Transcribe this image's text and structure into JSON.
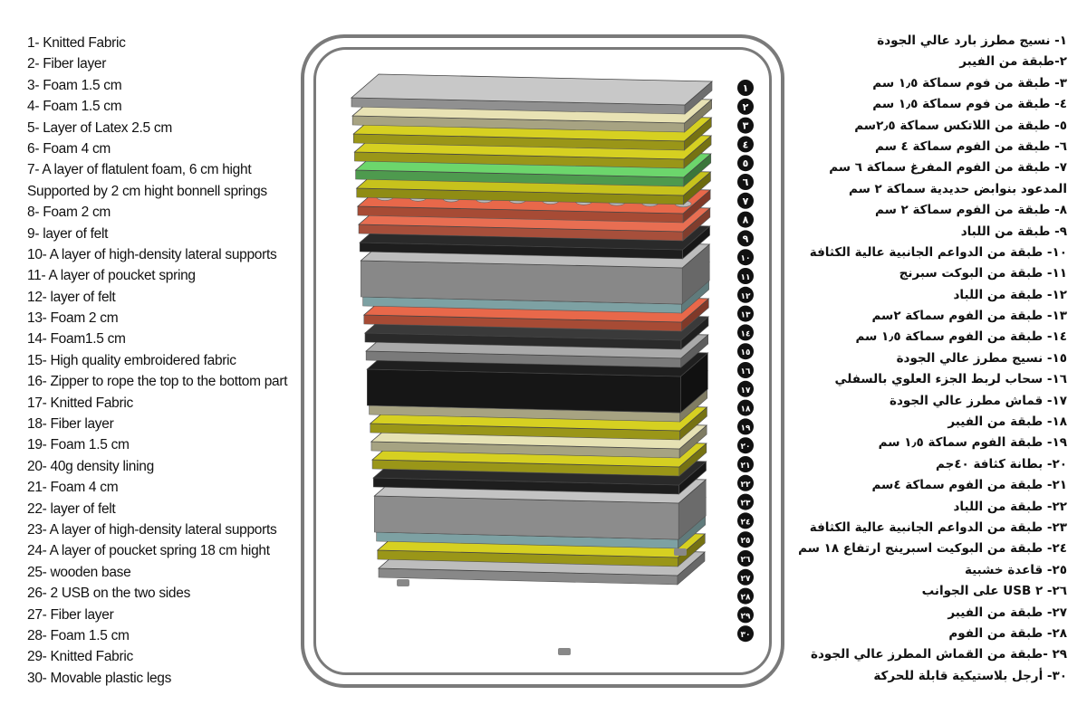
{
  "layers_en": [
    "1- Knitted Fabric",
    "2- Fiber layer",
    "3- Foam 1.5 cm",
    "4- Foam 1.5 cm",
    "5- Layer of Latex 2.5 cm",
    "6- Foam 4 cm",
    "7- A layer of flatulent foam, 6 cm hight",
    "Supported by 2 cm hight bonnell springs",
    "8- Foam 2 cm",
    "9- layer of felt",
    "10- A layer of high-density lateral supports",
    "11- A layer of poucket spring",
    "12- layer of felt",
    "13- Foam 2 cm",
    "14- Foam1.5 cm",
    "15- High quality embroidered fabric",
    "16- Zipper to rope the top to the bottom part",
    "17- Knitted Fabric",
    "18- Fiber layer",
    "19- Foam 1.5 cm",
    "20- 40g density lining",
    "21- Foam 4 cm",
    "22- layer of felt",
    "23- A layer of high-density lateral supports",
    "24- A layer of poucket spring 18 cm hight",
    "25- wooden base",
    "26- 2 USB on the two sides",
    "27- Fiber layer",
    "28- Foam 1.5 cm",
    "29- Knitted Fabric",
    "30- Movable plastic legs"
  ],
  "layers_ar": [
    "١- نسيج مطرز بارد عالي الجودة",
    "٢-طبقة من الفيبر",
    "٣- طبقة من فوم سماكة ١٫٥ سم",
    "٤- طبقة من فوم سماكة ١٫٥ سم",
    "٥- طبقة من اللاتكس سماكة ٢٫٥سم",
    "٦- طبقة من الفوم سماكة ٤ سم",
    "٧- طبقة من الفوم المفرغ سماكة ٦ سم",
    "المدعود بنوابض حديدية سماكة ٢ سم",
    "٨- طبقة من الفوم سماكة ٢ سم",
    "٩- طبقة من اللباد",
    "١٠- طبقة من الدواعم الجانبية عالية الكثافة",
    "١١- طبقة من البوكت سبرنج",
    "١٢- طبقة من اللباد",
    "١٣- طبقة من الفوم سماكة ٢سم",
    "١٤- طبقة من الفوم سماكة ١٫٥ سم",
    "١٥- نسيج مطرز عالي الجودة",
    "١٦- سحاب لربط الجزء العلوي بالسفلي",
    "١٧- قماش مطرز عالي الجودة",
    "١٨- طبقة من الفيبر",
    "١٩- طبقة الفوم سماكة ١٫٥ سم",
    "٢٠- بطانة كثافة ٤٠جم",
    "٢١- طبقة من الفوم سماكة ٤سم",
    "٢٢- طبقة من اللباد",
    "٢٣- طبقة من الدواعم الجانبية عالية الكثافة",
    "٢٤- طبقة من البوكيت اسبرينج ارتفاع ١٨ سم",
    "٢٥- قاعدة خشبية",
    "٢٦- ٢ USB على الجوانب",
    "٢٧- طبقة من الفيبر",
    "٢٨- طبقة من الفوم",
    "٢٩ -طبقة من القماش المطرز عالي الجودة",
    "٣٠- أرجل بلاستيكية قابلة للحركة"
  ],
  "badges": [
    "١",
    "٢",
    "٣",
    "٤",
    "٥",
    "٦",
    "٧",
    "٨",
    "٩",
    "١٠",
    "١١",
    "١٢",
    "١٣",
    "١٤",
    "١٥",
    "١٦",
    "١٧",
    "١٨",
    "١٩",
    "٢٠",
    "٢١",
    "٢٢",
    "٢٣",
    "٢٤",
    "٢٥",
    "٢٦",
    "٢٧",
    "٢٨",
    "٢٩",
    "٣٠"
  ],
  "layer_colors": [
    "#c8c8c8",
    "#e8e2b4",
    "#d6d021",
    "#d6d021",
    "#6cd66c",
    "#c7c21c",
    "#e8684a",
    "#e86e52",
    "#2a2a2a",
    "#bdbdbd",
    "#2e2e2e",
    "#aee0e2",
    "#e8684a",
    "#3a3a3a",
    "#aaaaaa",
    "#1f1f1f",
    "#c9c9c9",
    "#e8e2b4",
    "#d6d021",
    "#e6e2b4",
    "#d6d021",
    "#2a2a2a",
    "#c3c3c3",
    "#c98a10",
    "#aee0e2",
    "#d6d021",
    "#bdbdbd"
  ],
  "colors": {
    "frame": "#7a7a7a",
    "badge": "#111111",
    "text": "#111111"
  }
}
